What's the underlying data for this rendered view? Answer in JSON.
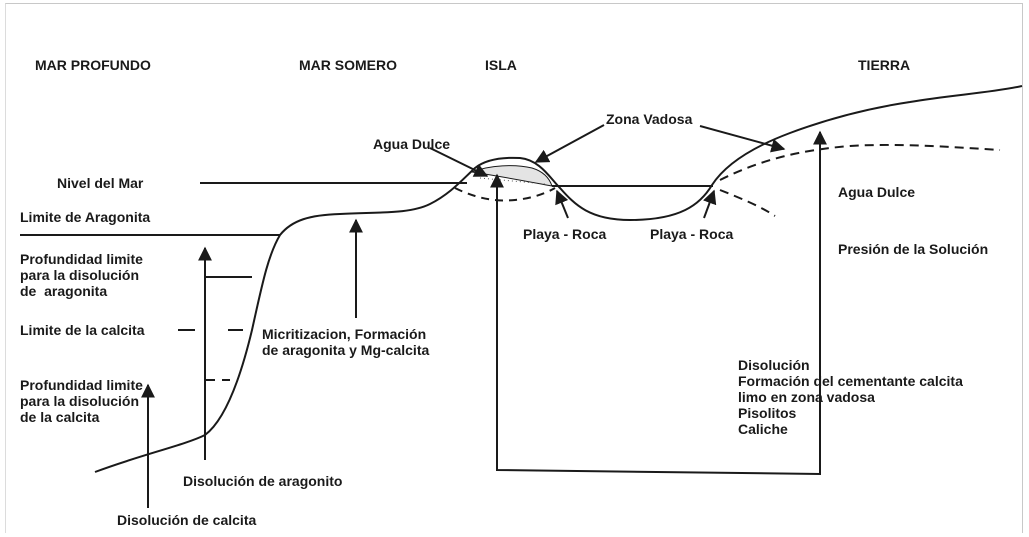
{
  "headers": {
    "deep_sea": "MAR PROFUNDO",
    "shallow_sea": "MAR SOMERO",
    "island": "ISLA",
    "land": "TIERRA"
  },
  "labels": {
    "zona_vadosa": "Zona Vadosa",
    "agua_dulce_island": "Agua Dulce",
    "nivel_del_mar": "Nivel del Mar",
    "limite_aragonita": "Limite de Aragonita",
    "prof_limite_aragonita": "Profundidad limite\npara la disolución\nde  aragonita",
    "limite_calcita": "Limite de la calcita",
    "prof_limite_calcita": "Profundidad limite\npara la disolución\nde la calcita",
    "playa_roca_1": "Playa - Roca",
    "playa_roca_2": "Playa - Roca",
    "agua_dulce_land": "Agua Dulce",
    "presion_solucion": "Presión de la Solución",
    "micritizacion": "Micritizacion, Formación\nde aragonita y Mg-calcita",
    "disolucion_list": "Disolución\nFormación del cementante calcita\nlimo en zona vadosa\nPisolitos\nCaliche",
    "disolucion_aragonito": "Disolución de aragonito",
    "disolucion_calcita": "Disolución de calcita"
  },
  "colors": {
    "ink": "#1a1a1a",
    "frame": "#c8c8c8",
    "background": "#ffffff"
  }
}
